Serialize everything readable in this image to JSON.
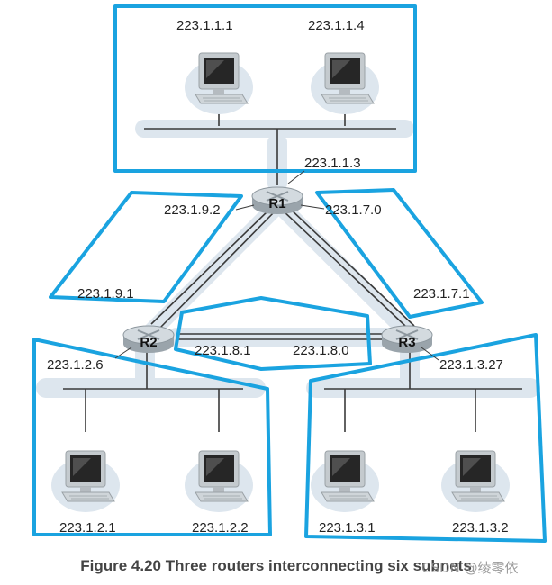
{
  "colors": {
    "subnet_border": "#1aa3e0",
    "link_shade": "#d7e4ee",
    "router_fill": "#c9d2d8",
    "monitor_frame": "#bfc5ca",
    "screen": "#2a2a2a"
  },
  "routers": [
    {
      "id": "r1",
      "label": "R1"
    },
    {
      "id": "r2",
      "label": "R2"
    },
    {
      "id": "r3",
      "label": "R3"
    }
  ],
  "hosts": [
    {
      "id": "h1",
      "icon": "computer-icon",
      "address": "223.1.1.1"
    },
    {
      "id": "h2",
      "icon": "computer-icon",
      "address": "223.1.1.4"
    },
    {
      "id": "h3",
      "icon": "computer-icon",
      "address": "223.1.2.1"
    },
    {
      "id": "h4",
      "icon": "computer-icon",
      "address": "223.1.2.2"
    },
    {
      "id": "h5",
      "icon": "computer-icon",
      "address": "223.1.3.1"
    },
    {
      "id": "h6",
      "icon": "computer-icon",
      "address": "223.1.3.2"
    }
  ],
  "interfaces": {
    "r1_subnet1": "223.1.1.3",
    "r1_link_r2": "223.1.9.2",
    "r1_link_r3": "223.1.7.0",
    "r2_link_r1": "223.1.9.1",
    "r2_link_r3": "223.1.8.1",
    "r2_subnet2": "223.1.2.6",
    "r3_link_r1": "223.1.7.1",
    "r3_link_r2": "223.1.8.0",
    "r3_subnet3": "223.1.3.27"
  },
  "caption": "Figure 4.20 Three routers interconnecting six subnets",
  "watermark": "CSDN @绫零依"
}
